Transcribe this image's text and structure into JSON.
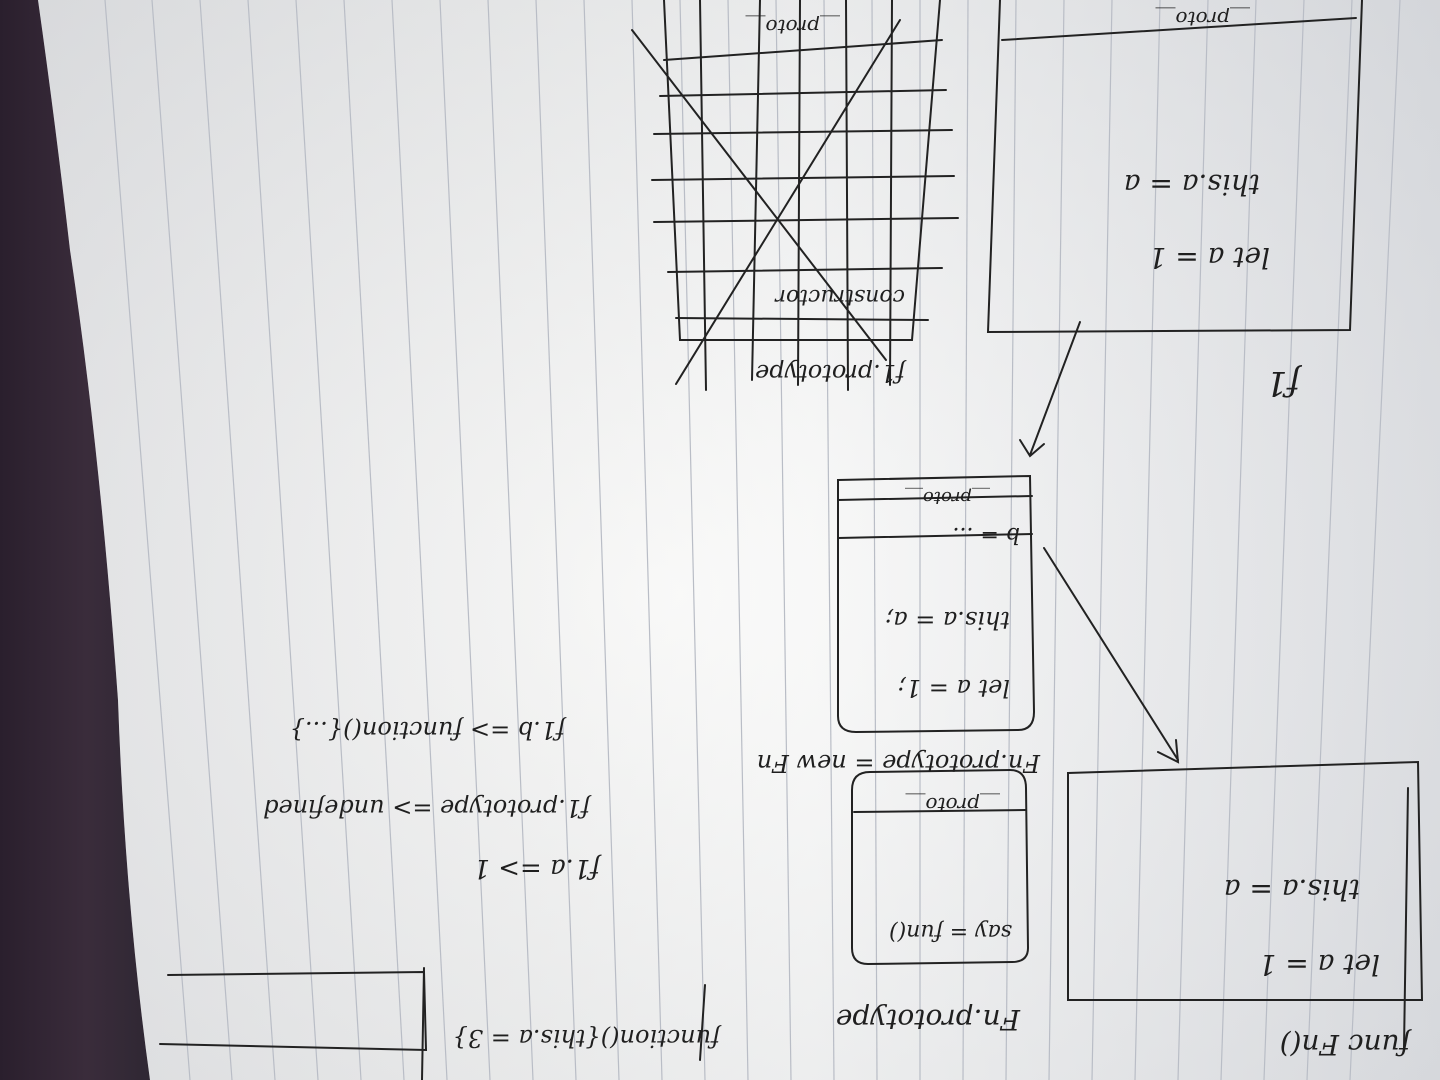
{
  "photo": {
    "subject": "",
    "colors": {
      "paper": "#f4f4f2",
      "paper_shadow": "#d9dadd",
      "ink": "#1f1f1f",
      "rule": "#b8bcc4",
      "background": "#2b2130"
    }
  },
  "notes": {
    "fn_decl": "func Fn()",
    "let_a_main": "let a = 1",
    "this_a_main": "this.a = a",
    "fn_prototype_label": "Fn.prototype",
    "say_fn": "say = fun()",
    "proto_label_small": "__proto__",
    "fn_prototype_new": "Fn.prototype = new Fn",
    "let_a_box": "let a = 1;",
    "this_a_box": "this.a = a;",
    "b_line": "b = ...",
    "proto_box_bottom": "__proto__",
    "f1_label": "f1",
    "let_a_top": "let a = 1",
    "this_a_top": "this.a = a",
    "f1_prototype_crossed": "f1.prototype",
    "constructor_crossed": "constructor",
    "bottom_left_code": "function(){this.a = 3}",
    "f1_a": "f1.a => 1",
    "f1_prototype_undefined": "f1.prototype => undefined",
    "f1_b": "f1.b => function(){...}",
    "proto_top_edge": "__proto__",
    "top_right_edge": "__proto__"
  }
}
